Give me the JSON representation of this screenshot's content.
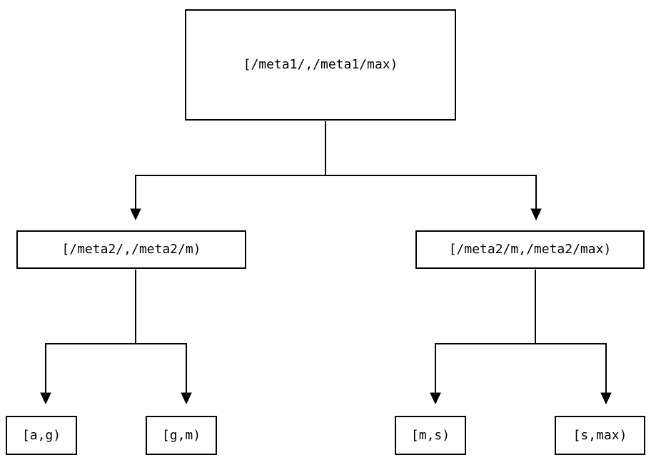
{
  "diagram": {
    "type": "tree",
    "background_color": "#ffffff",
    "line_color": "#000000",
    "node_border_color": "#000000",
    "text_color": "#000000",
    "nodes": {
      "root": {
        "label": "[/meta1/,/meta1/max)"
      },
      "meta2_low": {
        "label": "[/meta2/,/meta2/m)"
      },
      "meta2_high": {
        "label": "[/meta2/m,/meta2/max)"
      },
      "leaf_ag": {
        "label": "[a,g)"
      },
      "leaf_gm": {
        "label": "[g,m)"
      },
      "leaf_ms": {
        "label": "[m,s)"
      },
      "leaf_smax": {
        "label": "[s,max)"
      }
    },
    "edges": [
      {
        "from": "root",
        "to": "meta2_low"
      },
      {
        "from": "root",
        "to": "meta2_high"
      },
      {
        "from": "meta2_low",
        "to": "leaf_ag"
      },
      {
        "from": "meta2_low",
        "to": "leaf_gm"
      },
      {
        "from": "meta2_high",
        "to": "leaf_ms"
      },
      {
        "from": "meta2_high",
        "to": "leaf_smax"
      }
    ]
  }
}
